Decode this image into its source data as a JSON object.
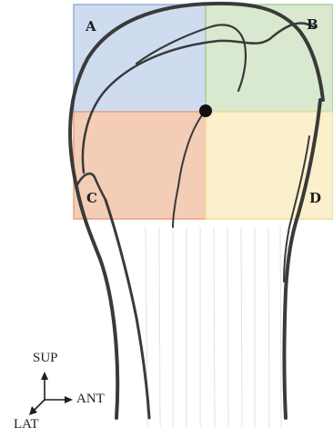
{
  "quadrants": [
    {
      "label": "A",
      "color": "#cfdcf0",
      "border": "#8fb0dc"
    },
    {
      "label": "B",
      "color": "#d8e9cf",
      "border": "#a9cf98"
    },
    {
      "label": "C",
      "color": "#f4cdb7",
      "border": "#e9a47f"
    },
    {
      "label": "D",
      "color": "#fbf0cc",
      "border": "#f2dc99"
    }
  ],
  "orientation": {
    "superior": "SUP",
    "anterior": "ANT",
    "lateral": "LAT"
  },
  "center_point_color": "#111111",
  "bone_outline_color": "#3a3a3a"
}
